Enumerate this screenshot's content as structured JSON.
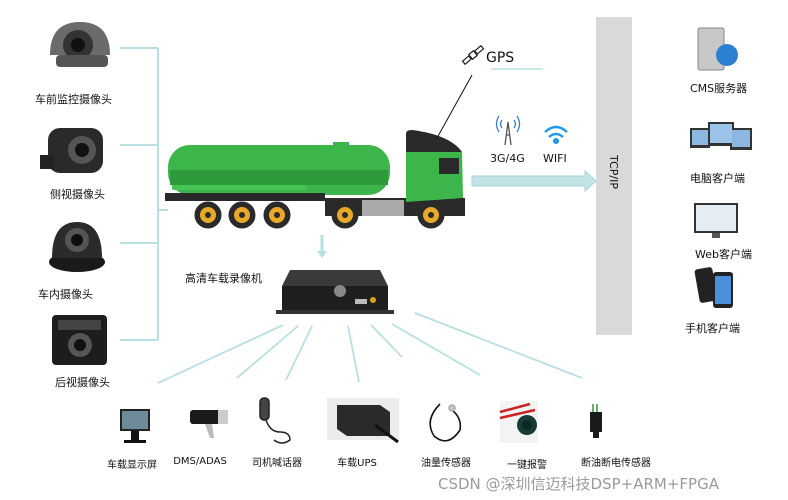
{
  "cameras": [
    "车前监控摄像头",
    "侧视摄像头",
    "车内摄像头",
    "后视摄像头"
  ],
  "gps_label": "GPS",
  "network": {
    "cellular": "3G/4G",
    "wifi": "WIFI"
  },
  "tcp_label": "TCP/IP",
  "dvr_label": "高清车载录像机",
  "clients": [
    "CMS服务器",
    "电脑客户端",
    "Web客户端",
    "手机客户端"
  ],
  "peripherals": [
    "车载显示屏",
    "DMS/ADAS",
    "司机喊话器",
    "车载UPS",
    "油量传感器",
    "一键报警",
    "断油断电传感器"
  ],
  "watermark": "CSDN @深圳信迈科技DSP+ARM+FPGA",
  "colors": {
    "line": "#b8dfe2",
    "truck_green": "#3cb54a",
    "panel_gray": "#d9d9d9",
    "wifi_blue": "#1e9be8"
  }
}
